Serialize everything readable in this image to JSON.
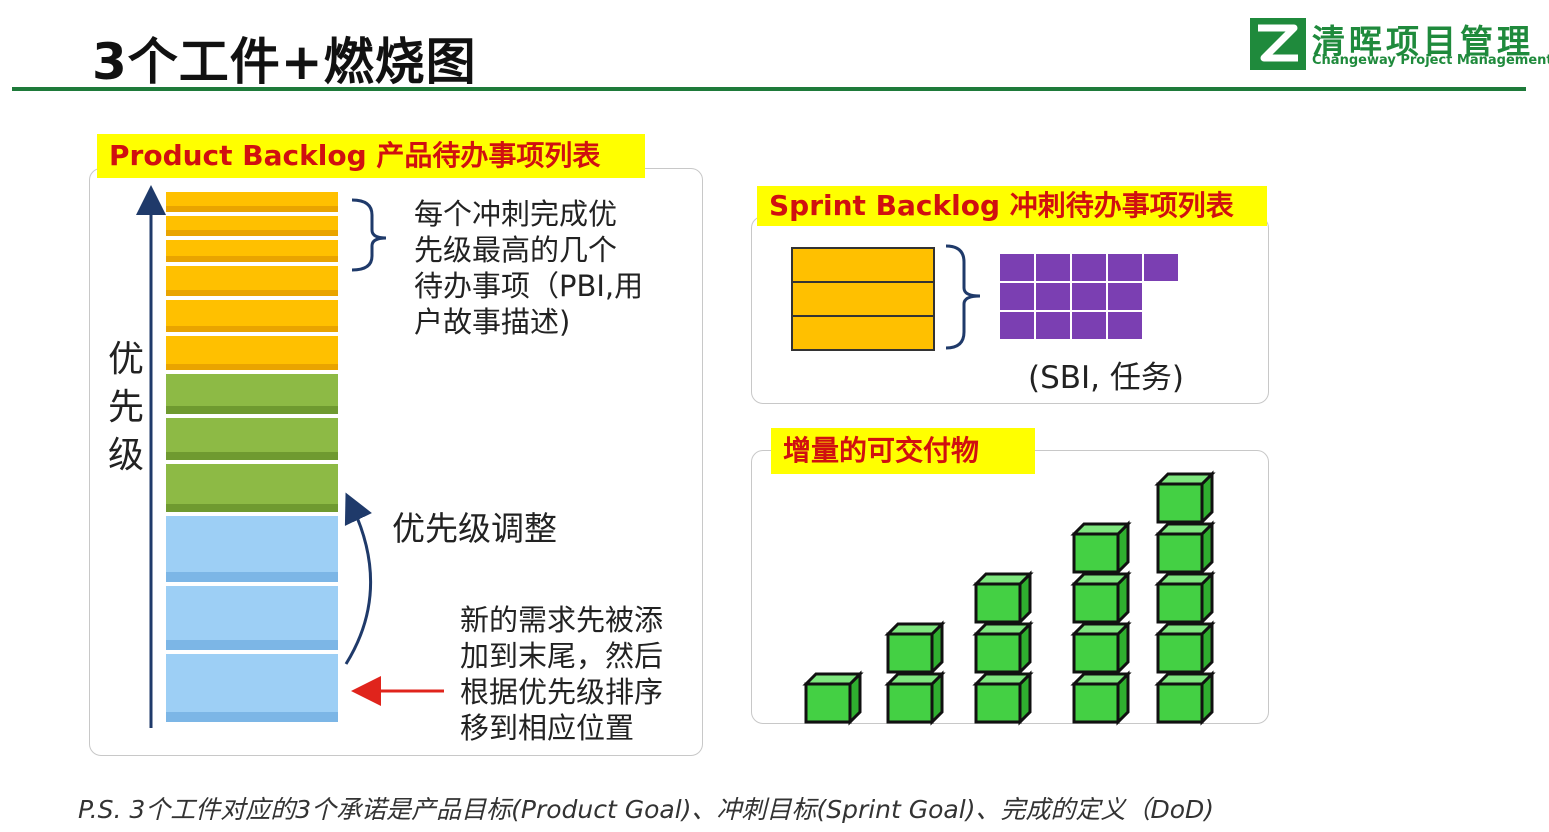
{
  "slide": {
    "title": "3个工件+燃烧图"
  },
  "logo": {
    "name_cn": "清晖项目管理",
    "name_en": "Changeway Project Management"
  },
  "product_backlog": {
    "tag": "Product Backlog 产品待办事项列表",
    "priority_label": "优先级",
    "top_items_note": "每个冲刺完成优先级最高的几个待办事项（PBI,用户故事描述)",
    "adjust_label": "优先级调整",
    "new_items_note": "新的需求先被添加到末尾，然后根据优先级排序移到相应位置",
    "bar_colors": {
      "top": "#ffc000",
      "middle": "#8dba45",
      "bottom": "#9dcff5"
    }
  },
  "sprint_backlog": {
    "tag": "Sprint Backlog 冲刺待办事项列表",
    "items_label": "(SBI, 任务)",
    "task_color": "#7b3fb2",
    "pbi_color": "#ffc000"
  },
  "increment": {
    "tag": "增量的可交付物",
    "cube_color": "#44d044",
    "stack_counts": [
      1,
      2,
      3,
      4,
      5
    ]
  },
  "footnote": "P.S. 3个工件对应的3个承诺是产品目标(Product Goal)、冲刺目标(Sprint Goal)、完成的定义（DoD)",
  "colors": {
    "accent_green": "#1e7a3a",
    "tag_background": "#ffff00",
    "tag_text": "#d01010",
    "arrow_navy": "#1f3a6a",
    "arrow_red": "#e0241c"
  }
}
